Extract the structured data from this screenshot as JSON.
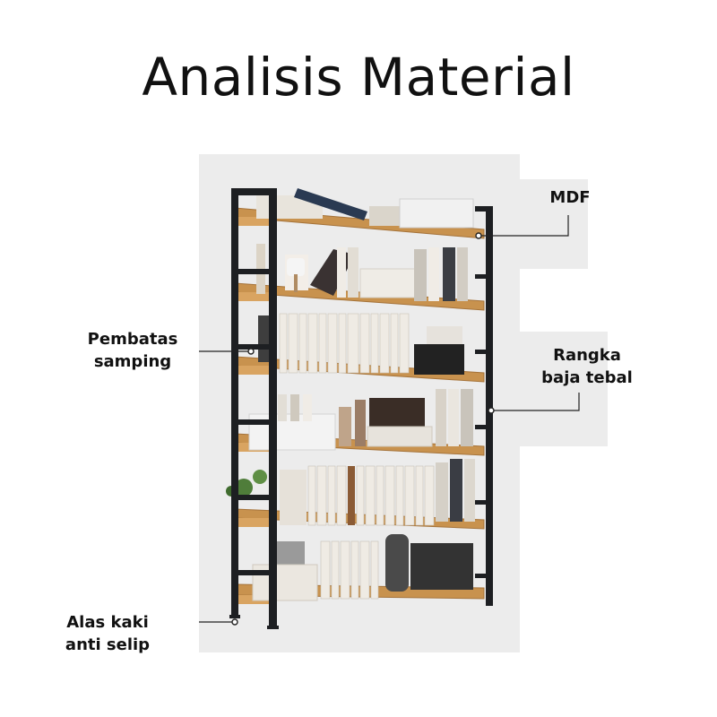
{
  "title": "Analisis Material",
  "labels": {
    "mdf": "MDF",
    "pembatas_line1": "Pembatas",
    "pembatas_line2": "samping",
    "rangka_line1": "Rangka",
    "rangka_line2": "baja tebal",
    "alas_line1": "Alas kaki",
    "alas_line2": "anti selip"
  },
  "colors": {
    "frame": "#1d1f22",
    "wood": "#c8924e",
    "wood_edge": "#a5733a",
    "background_panel": "#ececec"
  }
}
